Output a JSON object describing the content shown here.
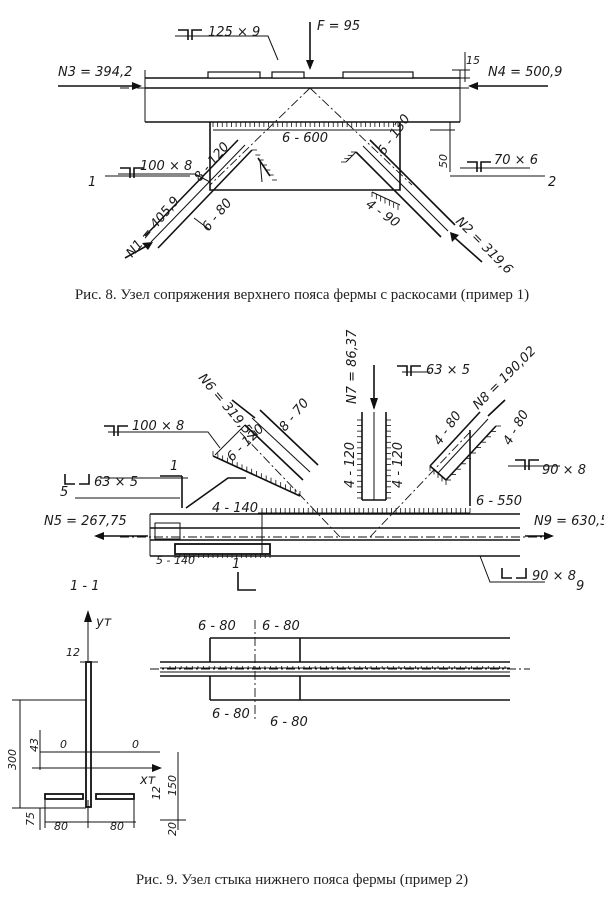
{
  "fig8": {
    "caption": "Рис. 8. Узел сопряжения верхнего пояса фермы с раскосами (пример 1)",
    "top_section": "125 × 9",
    "force_F": "F = 95",
    "N3": "N3 = 394,2",
    "N4": "N4 = 500,9",
    "dim_15": "15",
    "weld_top": "6 - 600",
    "left_section": "100 × 8",
    "right_section": "70 × 6",
    "mark_1": "1",
    "mark_2": "2",
    "weld_l1": "8 - 120",
    "weld_l2": "6 - 80",
    "weld_r1": "6 - 130",
    "weld_r2": "4 - 90",
    "dim_50": "50",
    "N1": "N1 = 405,9",
    "N2": "N2 = 319,6"
  },
  "fig9": {
    "caption": "Рис. 9. Узел стыка нижнего пояса фермы (пример 2)",
    "N6": "N6 = 319,57",
    "N7": "N7 = 86,37",
    "N8": "N8 = 190,02",
    "sec_63_top": "63 × 5",
    "sec_100": "100 × 8",
    "weld_n6a": "8 - 70",
    "weld_n6b": "6 - 120",
    "weld_n7a": "4 - 120",
    "weld_n7b": "4 - 120",
    "weld_n8a": "4 - 80",
    "weld_n8b": "4 - 80",
    "sec_90_top": "90 × 8",
    "mark_1": "1",
    "sec_63_left": "63 × 5",
    "mark_5": "5",
    "weld_4_140": "4 - 140",
    "weld_6_550": "6 - 550",
    "N5": "N5 = 267,75",
    "N9": "N9 = 630,51",
    "weld_5_140": "5 - 140",
    "sec_90_bottom": "90 × 8",
    "mark_9": "9",
    "mark_1b": "1",
    "section_label": "1 - 1",
    "axis_y": "yт",
    "axis_x": "xт",
    "dim_12": "12",
    "dim_300": "300",
    "dim_43": "43",
    "dim_0a": "0",
    "dim_0b": "0",
    "dim_150": "150",
    "dim_12b": "12",
    "dim_75": "75",
    "dim_80a": "80",
    "dim_80b": "80",
    "dim_20": "20",
    "plan_top_a": "6 - 80",
    "plan_top_b": "6 - 80",
    "plan_bot_a": "6 - 80",
    "plan_bot_b": "6 - 80"
  }
}
